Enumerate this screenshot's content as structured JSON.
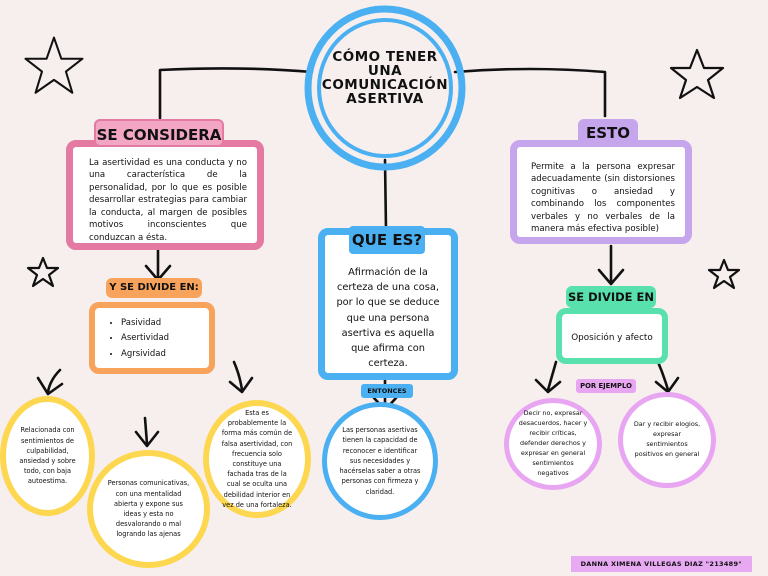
{
  "center": {
    "title_lines": [
      "CÓMO TENER",
      "UNA",
      "COMUNICACIÓN",
      "ASERTIVA"
    ]
  },
  "left": {
    "header": "SE CONSIDERA",
    "text": "La asertividad es una conducta y no una característica de la personalidad, por lo que es posible desarrollar estrategias para cambiar la conducta, al margen de posibles motivos inconscientes que conduzcan a ésta.",
    "subheader": "Y SE DIVIDE EN:",
    "items": [
      "Pasividad",
      "Asertividad",
      "Agrsividad"
    ],
    "bubbles": [
      "Relacionada con sentimientos de culpabilidad, ansiedad y sobre todo, con baja autoestima.",
      "Personas comunicativas, con una mentalidad abierta y expone sus ideas y esta no desvalorando o mal logrando las ajenas",
      "Esta es probablemente la forma más común de falsa asertividad, con frecuencia solo constituye una fachada tras de la cual se oculta una debilidad interior en vez de una fortaleza."
    ]
  },
  "middle": {
    "header": "QUE ES?",
    "text": "Afirmación de la certeza de una cosa, por lo que se deduce que una persona asertiva es aquella que afirma con certeza.",
    "subheader": "ENTONCES",
    "bubble": "Las personas asertivas tienen la capacidad de reconocer e identificar sus necesidades y hacérselas saber a otras personas con firmeza y claridad."
  },
  "right": {
    "header": "ESTO",
    "text": "Permite a la persona expresar adecuadamente (sin distorsiones cognitivas o ansiedad y combinando los componentes verbales y no verbales de la manera más efectiva posible)",
    "subheader": "SE DIVIDE EN",
    "item": "Oposición y afecto",
    "subheader2": "POR EJEMPLO",
    "bubbles": [
      "Decir no, expresar desacuerdos, hacer y recibir críticas, defender derechos y expresar en general sentimientos negativos",
      "Dar y recibir elogios, expresar sentimientos positivos en general"
    ]
  },
  "footer": "DANNA XIMENA VILLEGAS DIAZ  \"213489\"",
  "colors": {
    "background": "#f7eeee",
    "blue": "#4ab0f2",
    "pink": "#e47aa2",
    "pink_label": "#f3a6c4",
    "orange": "#f7a35c",
    "yellow": "#fcd74f",
    "purple": "#c5a5ec",
    "green": "#58e1ad",
    "lilac": "#e8a6f2"
  }
}
